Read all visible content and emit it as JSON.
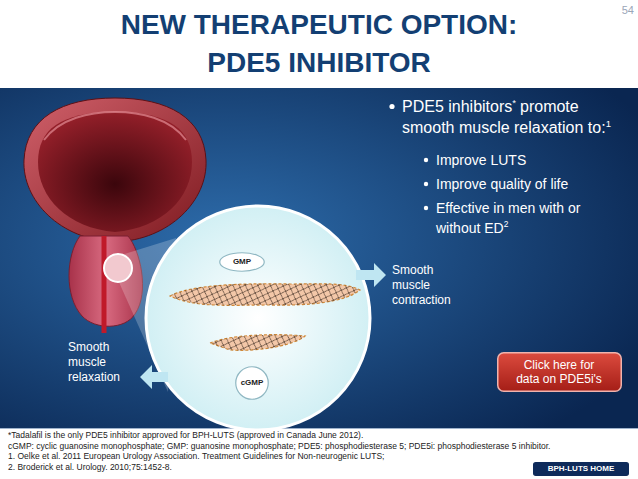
{
  "diagram": {
    "title": "NEW THERAPEUTIC OPTION: PDE5 INHIBITOR",
    "nodes": [
      {
        "text": [
          "GMP"
        ]
      },
      {
        "text": [
          "cGMP"
        ]
      },
      {
        "text": [
          "Click here for data on PDE5i's"
        ]
      },
      {
        "text": [
          "BPH-LUTS HOME"
        ]
      }
    ],
    "labels": [
      "54",
      "PDE5 inhibitors",
      "*",
      "promote smooth muscle relaxation to:",
      "1",
      "Improve LUTS",
      "Improve quality of life",
      "Effective in men with or without ED",
      "2",
      "Smooth muscle contraction",
      "Smooth muscle relaxation",
      "*Tadalafil is the only PDE5 inhibitor approved for BPH-LUTS (approved in Canada June 2012).",
      "cGMP: cyclic guanosine monophosphate; GMP: guanosine monophosphate; PDE5: phosphodiesterase 5; PDE5i: phosphodiesterase 5 inhibitor.",
      "1. Oelke et al. 2011 European Urology Association. Treatment Guidelines for Non-neurogenic LUTS;",
      "2. Broderick et al. Urology. 2010;75:1452-8."
    ]
  }
}
